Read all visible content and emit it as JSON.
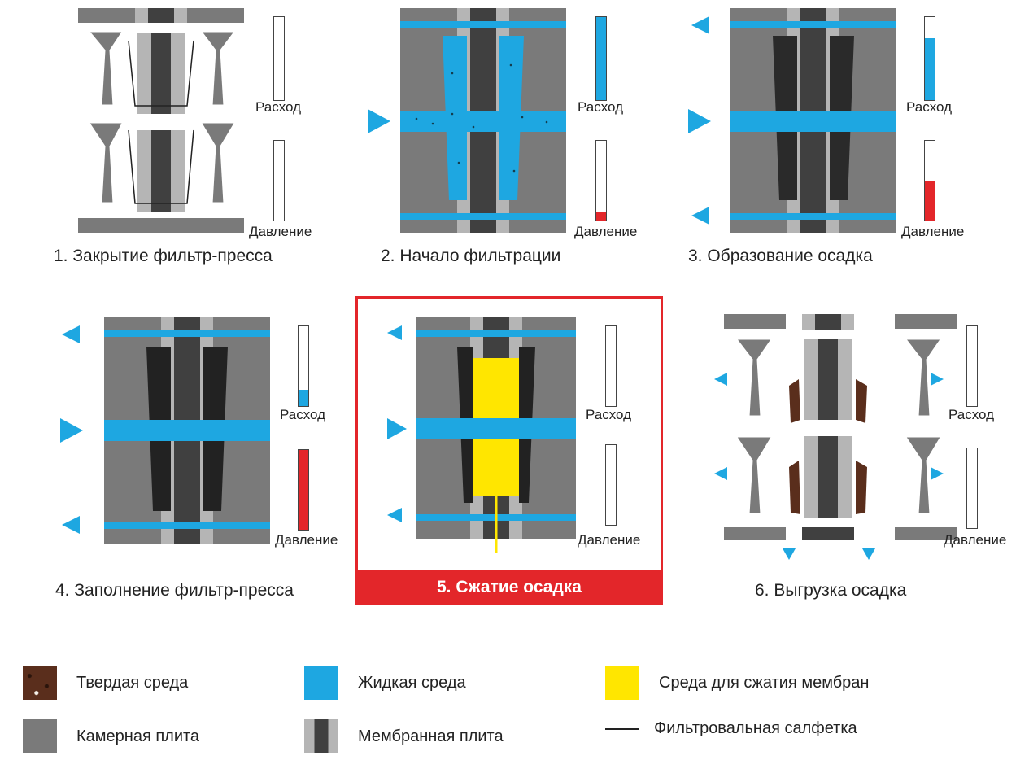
{
  "gauge": {
    "flow_label": "Расход",
    "pressure_label": "Давление"
  },
  "steps": [
    {
      "caption": "1. Закрытие фильтр-пресса",
      "flow_level": 0,
      "pressure_level": 0
    },
    {
      "caption": "2. Начало фильтрации",
      "flow_level": 1.0,
      "pressure_level": 0.1
    },
    {
      "caption": "3. Образование осадка",
      "flow_level": 0.75,
      "pressure_level": 0.5
    },
    {
      "caption": "4. Заполнение фильтр-пресса",
      "flow_level": 0.2,
      "pressure_level": 1.0
    },
    {
      "caption": "5. Сжатие осадка",
      "flow_level": 0,
      "pressure_level": 0
    },
    {
      "caption": "6. Выгрузка осадка",
      "flow_level": 0,
      "pressure_level": 0
    }
  ],
  "legend": {
    "solid": "Твердая среда",
    "liquid": "Жидкая среда",
    "membrane_medium": "Среда для сжатия мембран",
    "chamber_plate": "Камерная плита",
    "membrane_plate": "Мембранная плита",
    "filter_cloth": "Фильтровальная салфетка"
  },
  "colors": {
    "liquid": "#1ea7e1",
    "plate": "#7a7a7a",
    "membrane_core": "#404040",
    "membrane_light": "#b5b5b5",
    "pressure": "#e3262a",
    "membrane_medium": "#ffe600",
    "solid": "#5a2e1c",
    "highlight": "#e3262a"
  }
}
